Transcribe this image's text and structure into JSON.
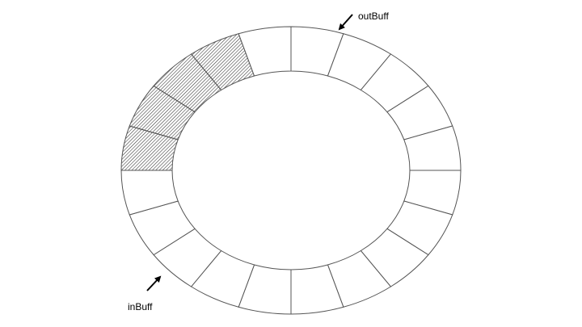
{
  "diagram": {
    "segment_count": 20,
    "filled_segments": [
      15,
      16,
      17,
      18
    ],
    "colors": {
      "stroke": "#555555",
      "hatch": "#333333",
      "background": "#ffffff",
      "arrow": "#000000"
    },
    "pointers": {
      "out": {
        "label": "outBuff"
      },
      "in": {
        "label": "inBuff"
      }
    }
  }
}
